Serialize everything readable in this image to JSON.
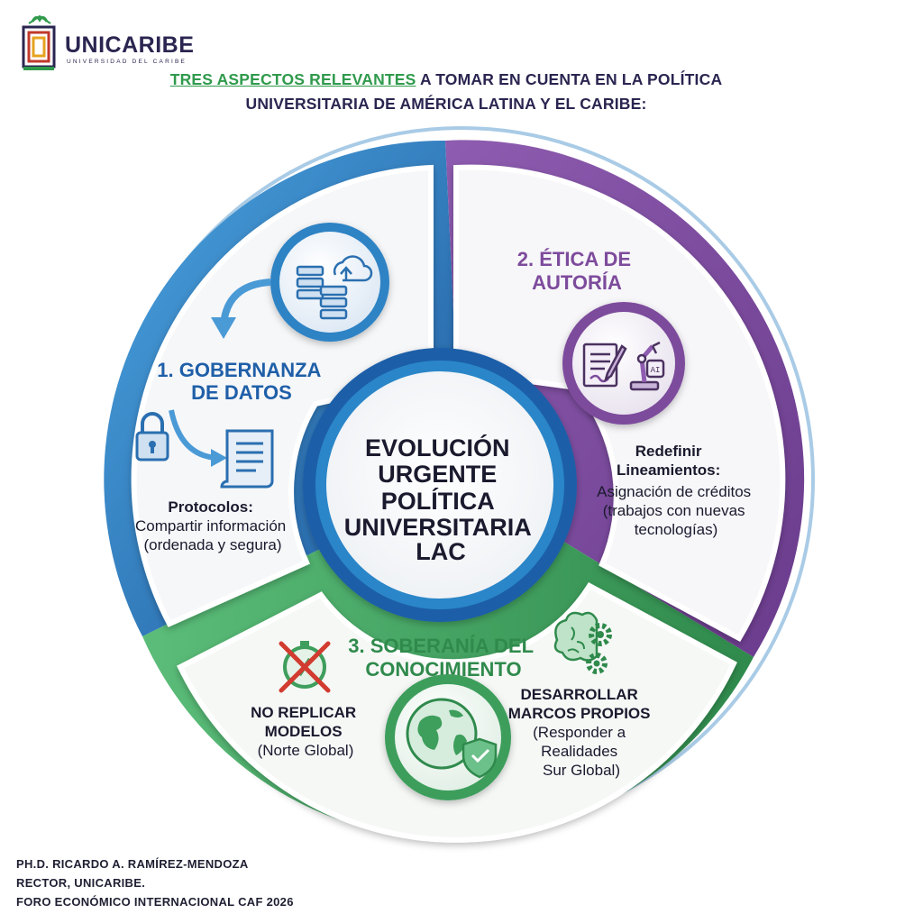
{
  "brand": {
    "name": "UNICARIBE",
    "subtitle": "UNIVERSIDAD DEL CARIBE"
  },
  "heading": {
    "highlight": "TRES ASPECTOS RELEVANTES",
    "rest_line1": " A TOMAR EN CUENTA EN LA POLÍTICA",
    "line2": "UNIVERSITARIA DE AMÉRICA LATINA Y EL CARIBE:"
  },
  "center": {
    "lines": [
      "EVOLUCIÓN",
      "URGENTE",
      "POLÍTICA",
      "UNIVERSITARIA",
      "LAC"
    ]
  },
  "segments": [
    {
      "id": "governance",
      "color": "#2f6fb3",
      "title_lines": [
        "1. GOBERNANZA",
        "DE DATOS"
      ],
      "bold_lines": [
        "Protocolos:"
      ],
      "body_lines": [
        "Compartir información",
        "(ordenada y segura)"
      ],
      "icons": [
        "server-cloud-icon",
        "lock-icon",
        "document-scroll-icon",
        "curved-arrow-icon"
      ]
    },
    {
      "id": "ethics",
      "color": "#7d4b9c",
      "title_lines": [
        "2. ÉTICA DE",
        "AUTORÍA"
      ],
      "bold_lines": [
        "Redefinir",
        "Lineamientos:"
      ],
      "body_lines": [
        "Asignación de créditos",
        "(trabajos con nuevas",
        "tecnologías)"
      ],
      "icons": [
        "document-pen-icon",
        "robot-arm-icon"
      ]
    },
    {
      "id": "sovereignty",
      "color": "#3e9e5c",
      "title_lines": [
        "3. SOBERANÍA DEL",
        "CONOCIMIENTO"
      ],
      "left_bold_lines": [
        "NO REPLICAR",
        "MODELOS"
      ],
      "left_body_lines": [
        "(Norte Global)"
      ],
      "right_bold_lines": [
        "DESARROLLAR",
        "MARCOS PROPIOS"
      ],
      "right_body_lines": [
        "(Responder a",
        "Realidades",
        "Sur Global)"
      ],
      "icons": [
        "crossed-compass-icon",
        "globe-shield-icon",
        "brain-gears-icon"
      ]
    }
  ],
  "credits": [
    "PH.D. RICARDO A. RAMÍREZ-MENDOZA",
    "RECTOR, UNICARIBE.",
    "FORO ECONÓMICO INTERNACIONAL CAF 2026"
  ]
}
